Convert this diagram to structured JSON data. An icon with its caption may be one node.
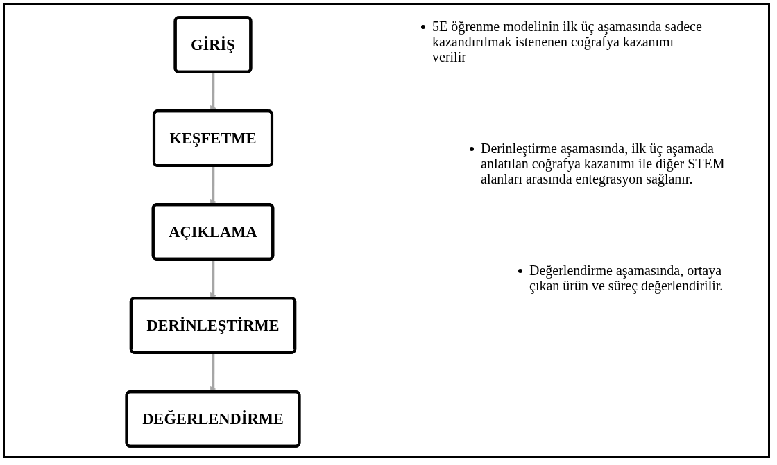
{
  "diagram": {
    "nodes": [
      {
        "text": [
          "GİRİŞ"
        ]
      },
      {
        "text": [
          "KEŞFETME"
        ]
      },
      {
        "text": [
          "AÇIKLAMA"
        ]
      },
      {
        "text": [
          "DERİNLEŞTİRME"
        ]
      },
      {
        "text": [
          "DEĞERLENDİRME"
        ]
      }
    ],
    "edges": [
      {
        "from": 0,
        "to": 1,
        "arrow": "to"
      },
      {
        "from": 1,
        "to": 2,
        "arrow": "to"
      },
      {
        "from": 2,
        "to": 3,
        "arrow": "to"
      },
      {
        "from": 3,
        "to": 4,
        "arrow": "to"
      }
    ],
    "labels": [
      "5E öğrenme modelinin ilk üç aşamasında sadece kazandırılmak istenenen coğrafya kazanımı verilir",
      "Derinleştirme aşamasında, ilk üç aşamada anlatılan coğrafya kazanımı ile diğer STEM alanları arasında entegrasyon sağlanır.",
      "Değerlendirme aşamasında, ortaya çıkan ürün ve süreç değerlendirilir."
    ]
  }
}
